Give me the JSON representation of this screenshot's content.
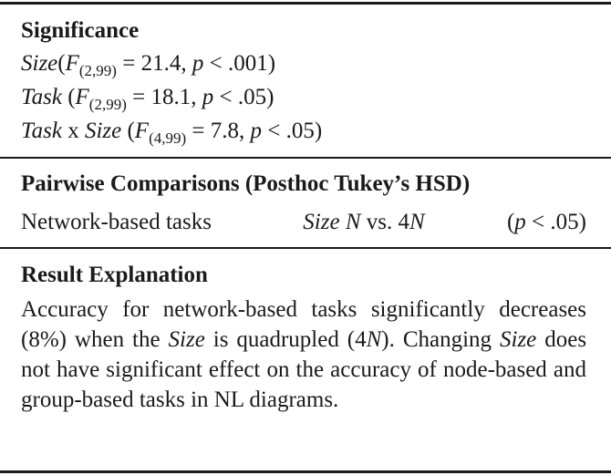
{
  "significance": {
    "heading": "Significance",
    "size_term": "Size",
    "task_term": "Task",
    "f_symbol": "F",
    "p_symbol": "p",
    "x_sep": "x",
    "lines": [
      {
        "factor": "Size",
        "df": "(2,99)",
        "f_value": "21.4",
        "p_value": ".001"
      },
      {
        "factor": "Task",
        "df": "(2,99)",
        "f_value": "18.1",
        "p_value": ".05"
      },
      {
        "factor": "Task x Size",
        "df": "(4,99)",
        "f_value": "7.8",
        "p_value": ".05"
      }
    ]
  },
  "pairwise": {
    "heading": "Pairwise Comparisons (Posthoc Tukey’s HSD)",
    "task": "Network-based tasks",
    "size_a": "N",
    "vs": "vs. 4",
    "size_b": "N",
    "p_value": ".05"
  },
  "result": {
    "heading": "Result Explanation",
    "seg1": "Accuracy for network-based tasks significantly decreases (8%) when the",
    "seg2": "is quadrupled (4",
    "seg3": "). Changing",
    "seg4": "does not have significant effect on the accuracy of node-based and group-based tasks in NL diagrams."
  }
}
